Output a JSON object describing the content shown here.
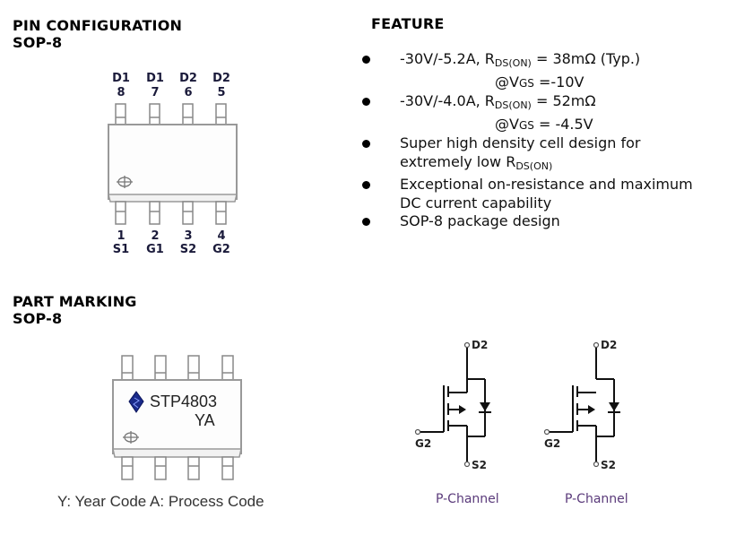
{
  "pin_config": {
    "title": "PIN CONFIGURATION",
    "package": "SOP-8",
    "top_pins": [
      {
        "name": "D1",
        "number": "8"
      },
      {
        "name": "D1",
        "number": "7"
      },
      {
        "name": "D2",
        "number": "6"
      },
      {
        "name": "D2",
        "number": "5"
      }
    ],
    "bottom_pins": [
      {
        "name": "S1",
        "number": "1"
      },
      {
        "name": "G1",
        "number": "2"
      },
      {
        "name": "S2",
        "number": "3"
      },
      {
        "name": "G2",
        "number": "4"
      }
    ]
  },
  "feature": {
    "title": "FEATURE",
    "items": [
      {
        "main": "-30V/-5.2A, R",
        "sub": "DS(ON)",
        "rest": " = 38mΩ (Typ.)",
        "cond_prefix": "@V",
        "cond_sub": "GS",
        "cond_rest": " =-10V"
      },
      {
        "main": "-30V/-4.0A, R",
        "sub": "DS(ON)",
        "rest": " = 52mΩ",
        "cond_prefix": "@V",
        "cond_sub": "GS",
        "cond_rest": " = -4.5V"
      },
      {
        "line1": "Super high density cell design for",
        "line2": "extremely low R",
        "line2_sub": "DS(ON)"
      },
      {
        "line1": "Exceptional on-resistance and maximum",
        "line2": "DC current capability"
      },
      {
        "line1": "SOP-8 package design"
      }
    ]
  },
  "part_marking": {
    "title": "PART MARKING",
    "package": "SOP-8",
    "part_number": "STP4803",
    "code": "YA",
    "caption": "Y: Year Code  A: Process Code",
    "logo_color": "#1a2a8a"
  },
  "schematics": [
    {
      "drain": "D2",
      "gate": "G2",
      "source": "S2",
      "caption": "P-Channel"
    },
    {
      "drain": "D2",
      "gate": "G2",
      "source": "S2",
      "caption": "P-Channel"
    }
  ]
}
